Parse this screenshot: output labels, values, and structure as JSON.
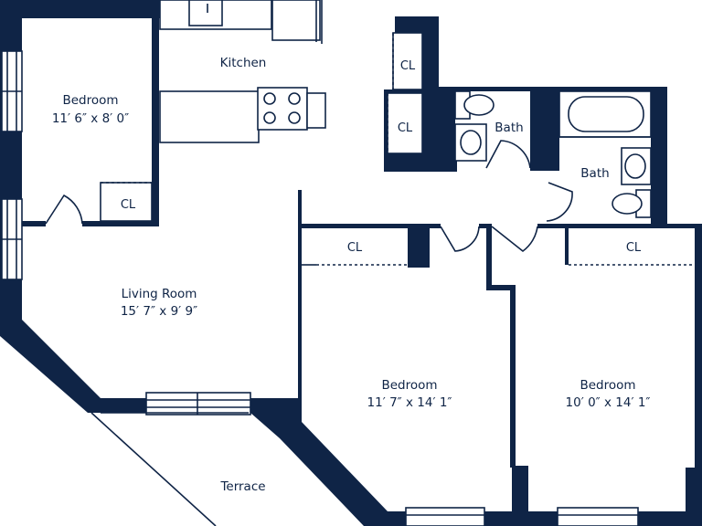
{
  "rooms": {
    "bedroom_top_left": {
      "name": "Bedroom",
      "dims": "11′ 6″ x 8′ 0″"
    },
    "kitchen": {
      "name": "Kitchen"
    },
    "living_room": {
      "name": "Living Room",
      "dims": "15′ 7″ x 9′ 9″"
    },
    "bath_left": {
      "name": "Bath"
    },
    "bath_right": {
      "name": "Bath"
    },
    "bedroom_middle": {
      "name": "Bedroom",
      "dims": "11′ 7″ x 14′ 1″"
    },
    "bedroom_right": {
      "name": "Bedroom",
      "dims": "10′ 0″ x 14′ 1″"
    },
    "terrace": {
      "name": "Terrace"
    }
  },
  "closets": {
    "bedroom_top_left": "CL",
    "hall_upper": "CL",
    "hall_lower": "CL",
    "bedroom_middle": "CL",
    "bedroom_right": "CL"
  },
  "colors": {
    "wall": "#0f2446",
    "background": "#ffffff"
  }
}
